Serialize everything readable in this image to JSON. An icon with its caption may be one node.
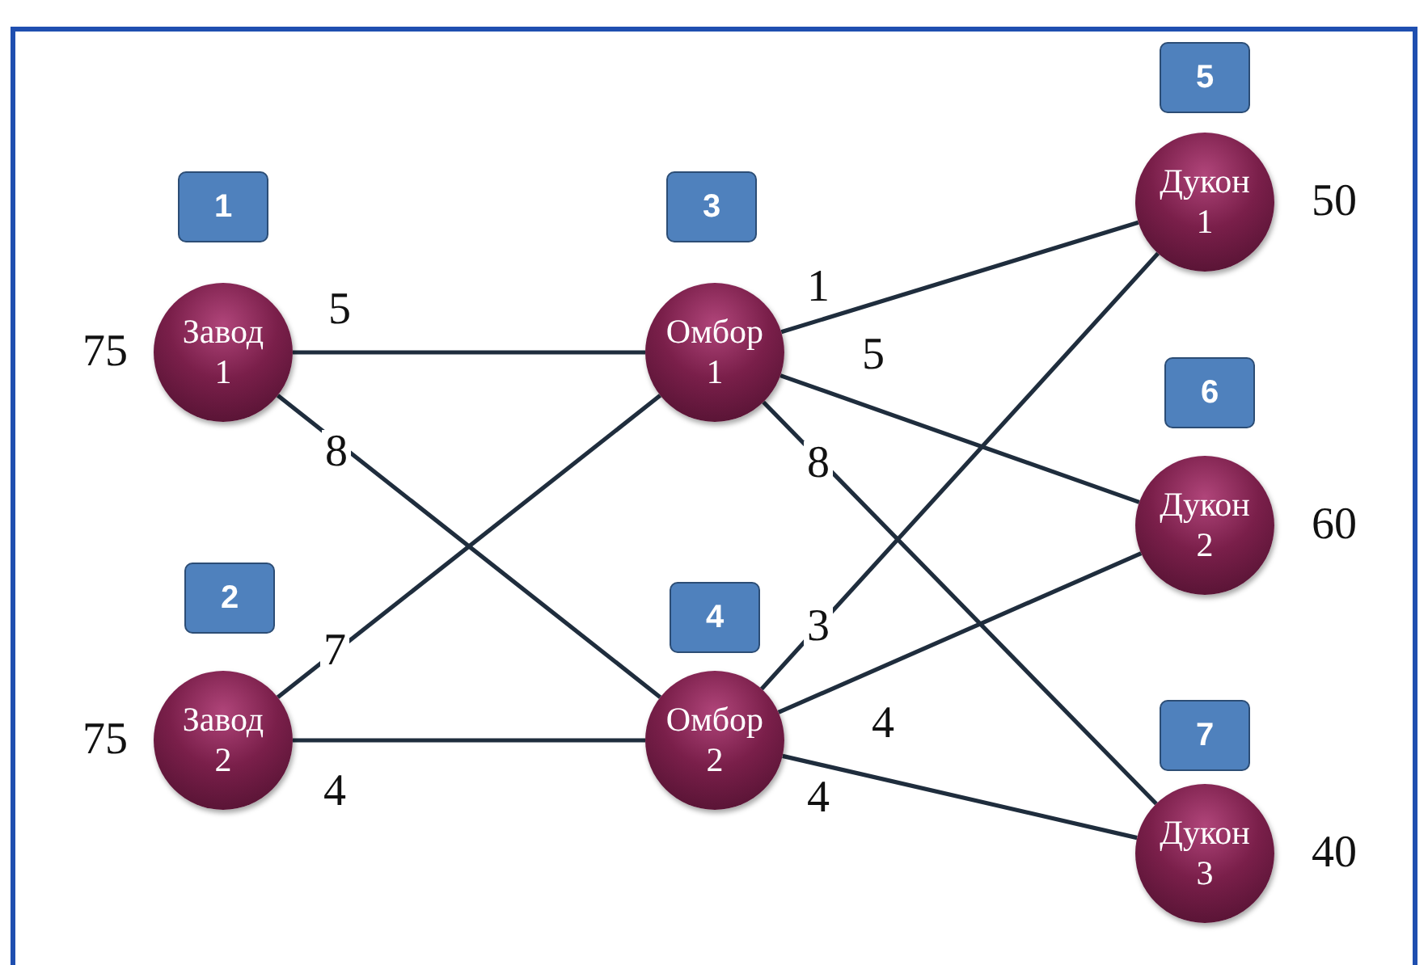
{
  "diagram": {
    "nodes": [
      {
        "text": [
          "1"
        ]
      },
      {
        "text": [
          "Завод 1"
        ],
        "beside": [
          "75"
        ]
      },
      {
        "text": [
          "2"
        ]
      },
      {
        "text": [
          "Завод 2"
        ],
        "beside": [
          "75"
        ]
      },
      {
        "text": [
          "3"
        ]
      },
      {
        "text": [
          "Омбор 1"
        ]
      },
      {
        "text": [
          "4"
        ]
      },
      {
        "text": [
          "Омбор 2"
        ]
      },
      {
        "text": [
          "5"
        ]
      },
      {
        "text": [
          "Дукон 1"
        ],
        "beside": [
          "50"
        ]
      },
      {
        "text": [
          "6"
        ]
      },
      {
        "text": [
          "Дукон 2"
        ],
        "beside": [
          "60"
        ]
      },
      {
        "text": [
          "7"
        ]
      },
      {
        "text": [
          "Дукон 3"
        ],
        "beside": [
          "40"
        ]
      }
    ],
    "edges": [
      {
        "from": 1,
        "to": 5,
        "arrow": "none",
        "label": "5"
      },
      {
        "from": 1,
        "to": 7,
        "arrow": "none",
        "label": "8"
      },
      {
        "from": 3,
        "to": 5,
        "arrow": "none",
        "label": "7"
      },
      {
        "from": 3,
        "to": 7,
        "arrow": "none",
        "label": "4"
      },
      {
        "from": 5,
        "to": 9,
        "arrow": "none",
        "label": "1"
      },
      {
        "from": 5,
        "to": 11,
        "arrow": "none",
        "label": "5"
      },
      {
        "from": 5,
        "to": 13,
        "arrow": "none",
        "label": "8"
      },
      {
        "from": 7,
        "to": 9,
        "arrow": "none",
        "label": "3"
      },
      {
        "from": 7,
        "to": 11,
        "arrow": "none",
        "label": "4"
      },
      {
        "from": 7,
        "to": 13,
        "arrow": "none",
        "label": "4"
      }
    ]
  }
}
